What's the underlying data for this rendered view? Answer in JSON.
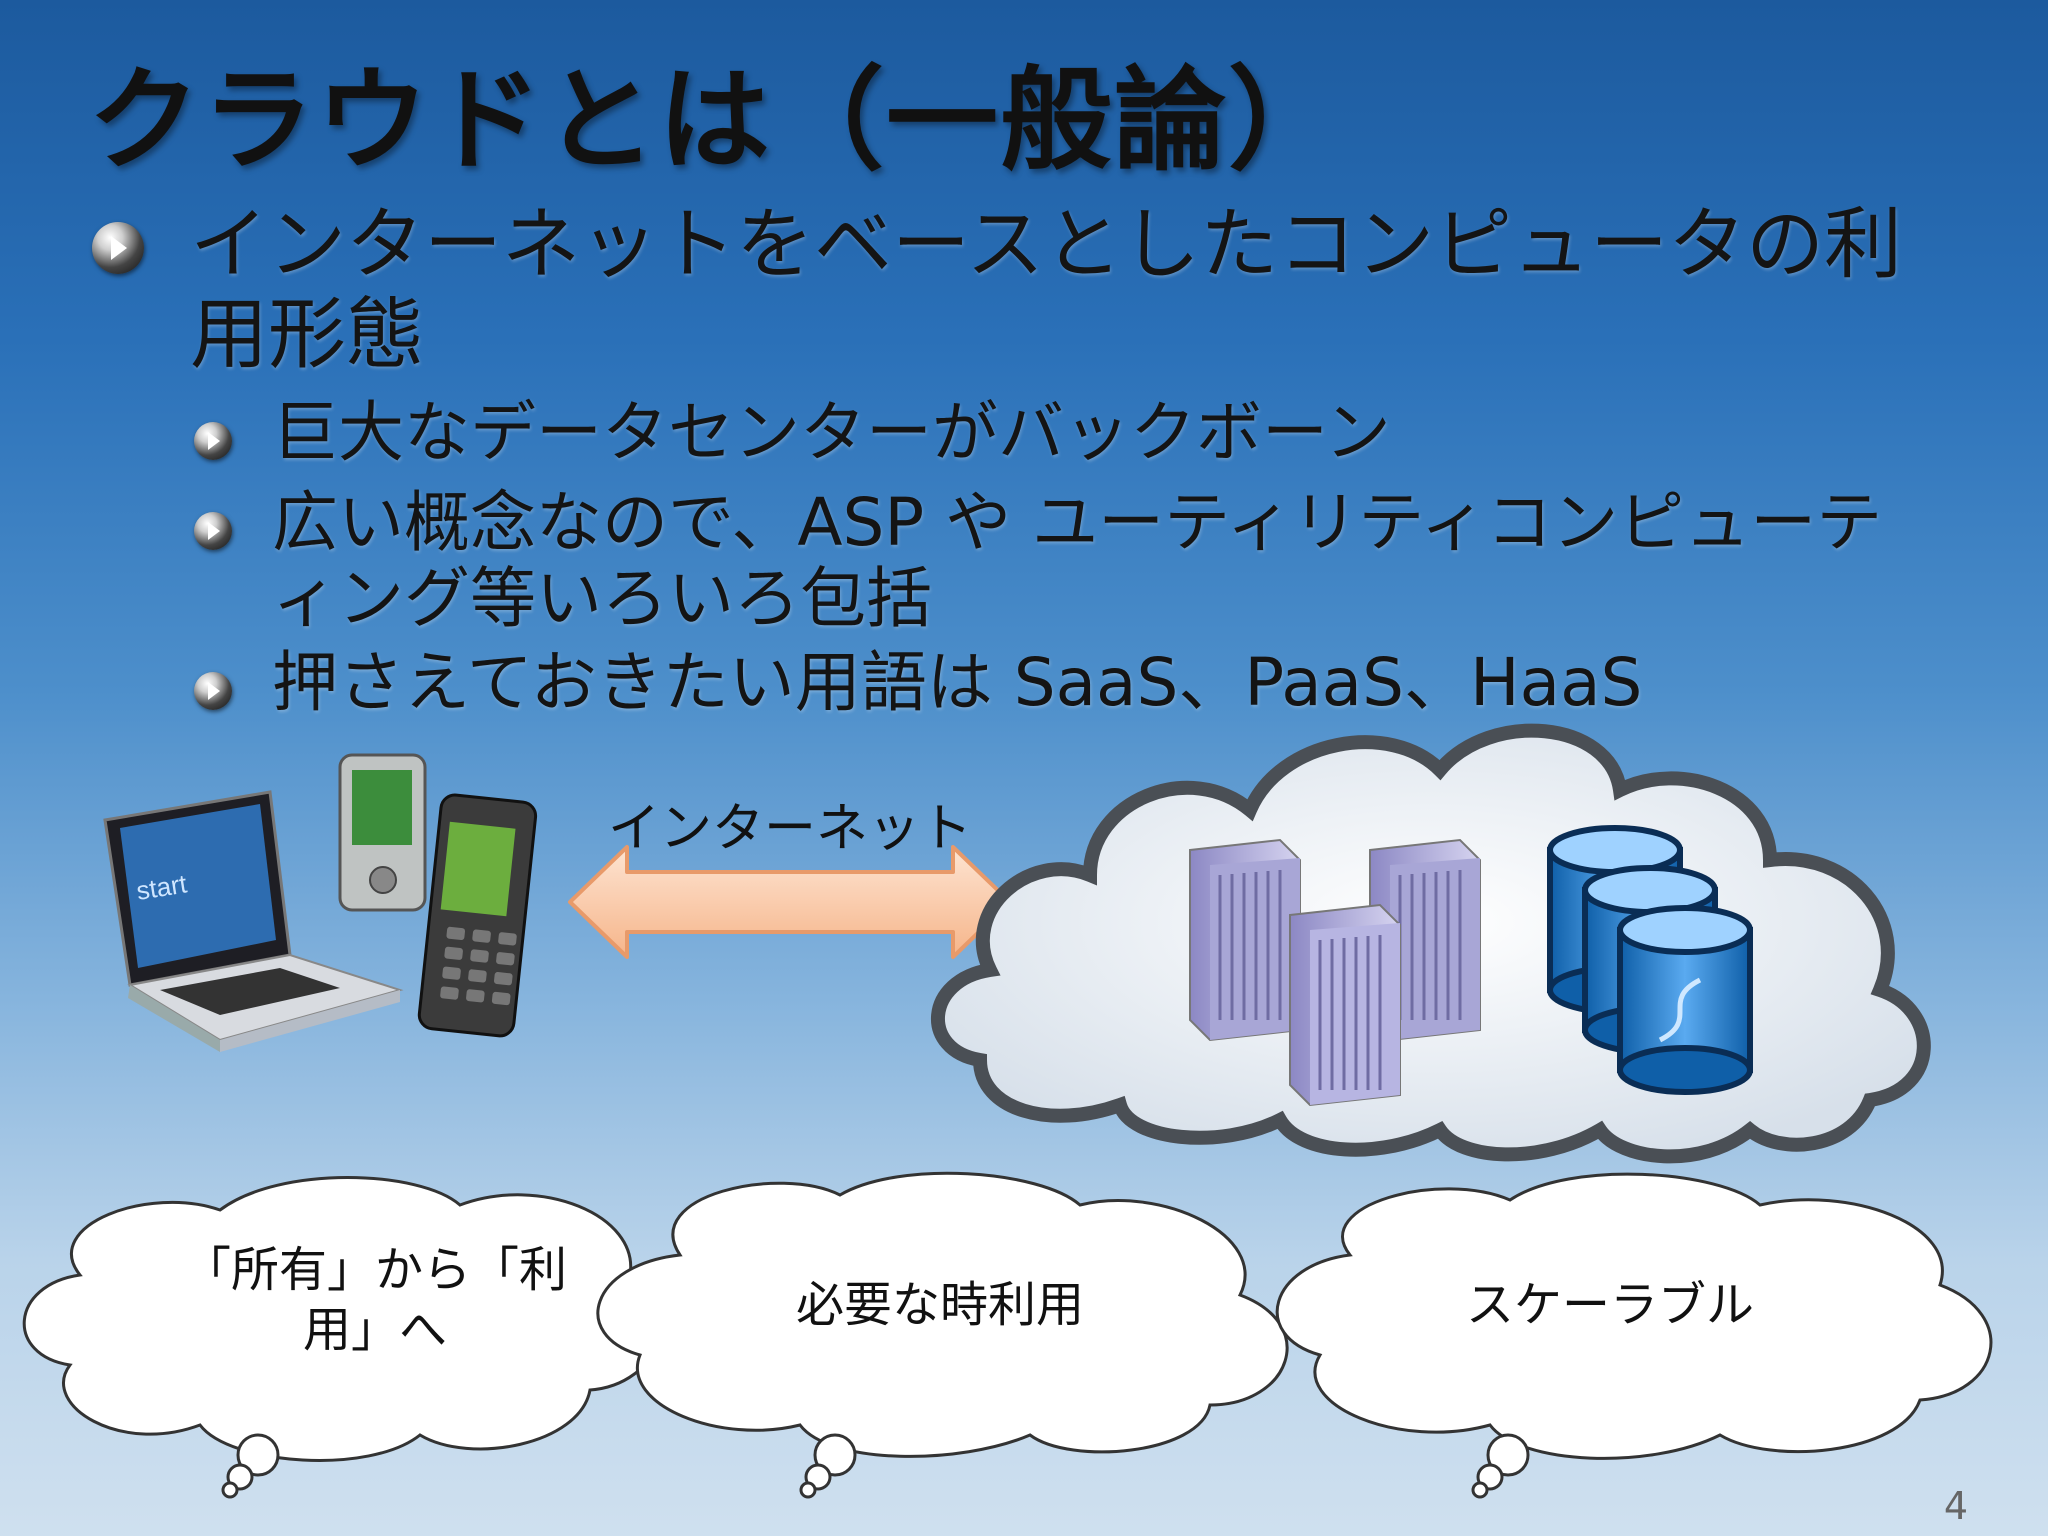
{
  "slide": {
    "title": "クラウドとは（一般論）",
    "bullet_main": "インターネットをベースとしたコンピュータの利用形態",
    "sub_bullets": [
      "巨大なデータセンターがバックボーン",
      "広い概念なので、ASP や ユーティリティコンピューティング等いろいろ包括",
      "押さえておきたい用語は SaaS、PaaS、HaaS"
    ],
    "arrow_label": "インターネット",
    "thoughts": [
      "「所有」から「利用」へ",
      "必要な時利用",
      "スケーラブル"
    ],
    "page_number": "4"
  },
  "colors": {
    "background_top": "#1c5a9e",
    "background_bottom": "#cfe0ef",
    "arrow_fill": "#f9c9a6",
    "arrow_stroke": "#e89a6a",
    "server_color": "#b9b7e0",
    "database_color": "#2a86d6"
  },
  "icons": [
    "bullet-arrow-icon",
    "laptop-icon",
    "pda-icon",
    "smartphone-icon",
    "server-icon",
    "database-icon",
    "cloud-icon",
    "thought-bubble-icon"
  ]
}
